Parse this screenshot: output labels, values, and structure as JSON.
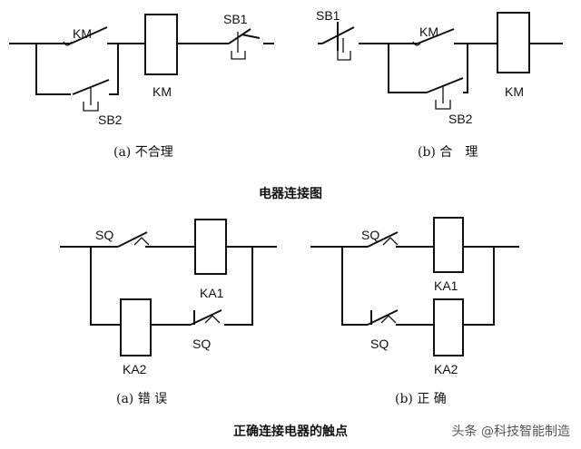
{
  "diagram_a": {
    "label_km_contact": "KM",
    "label_km_coil": "KM",
    "label_sb1": "SB1",
    "label_sb2": "SB2",
    "caption": "(a) 不合理"
  },
  "diagram_b": {
    "label_sb1": "SB1",
    "label_km_contact": "KM",
    "label_km_coil": "KM",
    "label_sb2": "SB2",
    "caption": "(b) 合　理"
  },
  "title_top": "电器连接图",
  "diagram_c": {
    "label_sq_top": "SQ",
    "label_ka1": "KA1",
    "label_ka2": "KA2",
    "label_sq_bottom": "SQ",
    "caption": "(a) 错 误"
  },
  "diagram_d": {
    "label_sq_top": "SQ",
    "label_ka1": "KA1",
    "label_sq_bottom": "SQ",
    "label_ka2": "KA2",
    "caption": "(b) 正 确"
  },
  "title_bottom": "正确连接电器的触点",
  "watermark": "头条 @科技智能制造"
}
